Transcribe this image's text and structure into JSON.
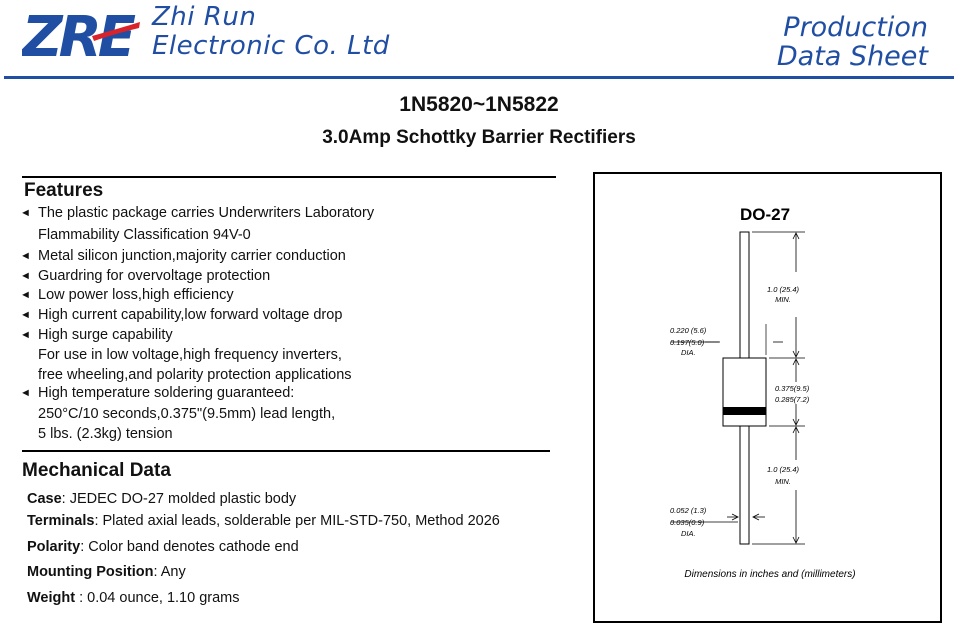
{
  "header": {
    "logo_text": "ZRE",
    "company_line1": "Zhi Run",
    "company_line2": "Electronic Co. Ltd",
    "doc_type_line1": "Production",
    "doc_type_line2": "Data Sheet",
    "brand_color": "#1f4ea3",
    "logo_accent_color": "#d8232a"
  },
  "title": {
    "part_number": "1N5820~1N5822",
    "subtitle": "3.0Amp Schottky Barrier Rectifiers"
  },
  "features": {
    "heading": "Features",
    "bullet_icon": "arrow-left-icon",
    "items": [
      "The plastic package carries Underwriters Laboratory",
      "Flammability Classification 94V-0",
      "Metal silicon junction,majority carrier conduction",
      "Guardring for overvoltage protection",
      "Low power loss,high efficiency",
      "High current capability,low forward voltage drop",
      "High surge capability",
      "For use in low voltage,high frequency inverters,",
      "free wheeling,and polarity protection applications",
      "High temperature soldering guaranteed:",
      "250°C/10 seconds,0.375\"(9.5mm) lead length,",
      "5 lbs. (2.3kg) tension"
    ]
  },
  "mechanical": {
    "heading": "Mechanical  Data",
    "rows": [
      {
        "label": "Case",
        "value": ": JEDEC DO-27 molded plastic body"
      },
      {
        "label": "Terminals",
        "value": ": Plated axial leads, solderable per MIL-STD-750, Method 2026"
      },
      {
        "label": "Polarity",
        "value": ": Color band denotes cathode end"
      },
      {
        "label": "Mounting Position",
        "value": ": Any"
      },
      {
        "label": "Weight",
        "value": " : 0.04 ounce, 1.10 grams"
      }
    ]
  },
  "package": {
    "name": "DO-27",
    "lead_length_top": "1.0 (25.4)",
    "lead_length_top_min": "MIN.",
    "body_dia_max": "0.220 (5.6)",
    "body_dia_min": "0.197(5.0)",
    "body_dia_label": "DIA.",
    "body_len_max": "0.375(9.5)",
    "body_len_min": "0.285(7.2)",
    "lead_length_bottom": "1.0 (25.4)",
    "lead_length_bottom_min": "MIN.",
    "lead_dia_max": "0.052 (1.3)",
    "lead_dia_min": "0.035(0.9)",
    "lead_dia_label": "DIA.",
    "footnote": "Dimensions in inches and (millimeters)"
  }
}
